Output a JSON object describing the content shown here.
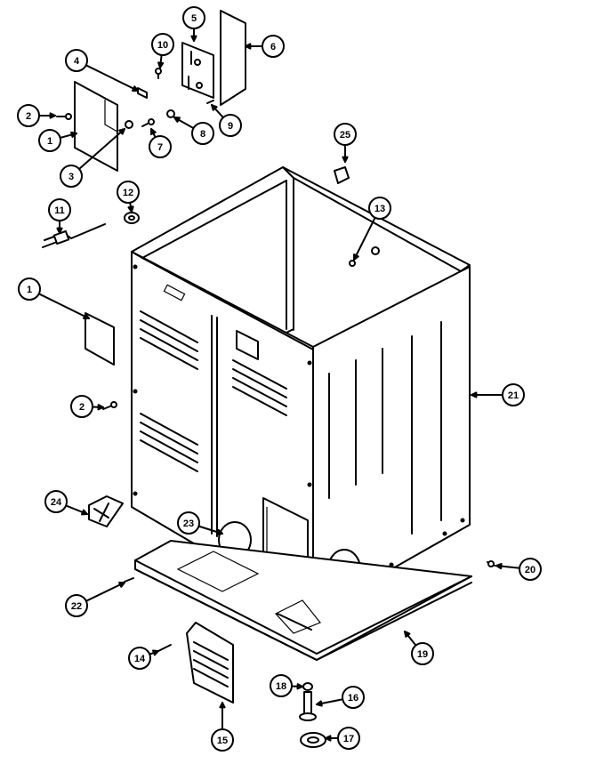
{
  "diagram": {
    "callouts": [
      {
        "id": "c1a",
        "label": "1"
      },
      {
        "id": "c1b",
        "label": "1"
      },
      {
        "id": "c2a",
        "label": "2"
      },
      {
        "id": "c2b",
        "label": "2"
      },
      {
        "id": "c3",
        "label": "3"
      },
      {
        "id": "c4",
        "label": "4"
      },
      {
        "id": "c5",
        "label": "5"
      },
      {
        "id": "c6",
        "label": "6"
      },
      {
        "id": "c7",
        "label": "7"
      },
      {
        "id": "c8",
        "label": "8"
      },
      {
        "id": "c9",
        "label": "9"
      },
      {
        "id": "c10",
        "label": "10"
      },
      {
        "id": "c11",
        "label": "11"
      },
      {
        "id": "c12",
        "label": "12"
      },
      {
        "id": "c13",
        "label": "13"
      },
      {
        "id": "c14",
        "label": "14"
      },
      {
        "id": "c15",
        "label": "15"
      },
      {
        "id": "c16",
        "label": "16"
      },
      {
        "id": "c17",
        "label": "17"
      },
      {
        "id": "c18",
        "label": "18"
      },
      {
        "id": "c19",
        "label": "19"
      },
      {
        "id": "c20",
        "label": "20"
      },
      {
        "id": "c21",
        "label": "21"
      },
      {
        "id": "c22",
        "label": "22"
      },
      {
        "id": "c23",
        "label": "23"
      },
      {
        "id": "c24",
        "label": "24"
      },
      {
        "id": "c25",
        "label": "25"
      }
    ]
  }
}
